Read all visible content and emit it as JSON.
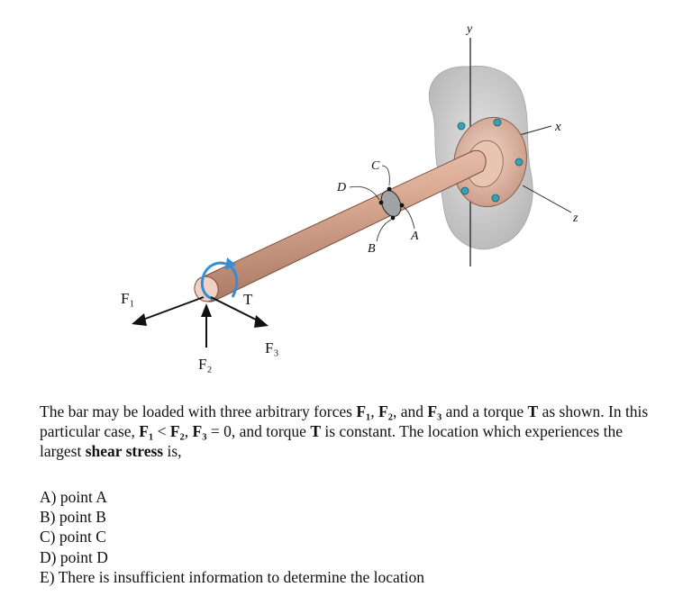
{
  "figure": {
    "labels": {
      "y": "y",
      "x": "x",
      "z": "z",
      "A": "A",
      "B": "B",
      "C": "C",
      "D": "D",
      "F1": "F₁",
      "F2": "F₂",
      "F3": "F₃",
      "T": "T"
    }
  },
  "question": {
    "p1": "The bar may be loaded with three arbitrary forces ",
    "f1": "F₁",
    "p2": ", ",
    "f2": "F₂",
    "p3": ", and ",
    "f3": "F₃",
    "p4": " and a torque ",
    "t1": "T",
    "p5": " as shown. In this particular case, ",
    "f1b": "F₁",
    "p6": " < ",
    "f2b": "F₂",
    "p7": ", ",
    "f3b": "F₃",
    "p8": " = 0, and torque ",
    "t2": "T",
    "p9": " is constant. The location which experiences the largest ",
    "shear": "shear stress",
    "p10": " is,"
  },
  "choices": [
    "A) point A",
    "B) point B",
    "C) point C",
    "D) point D",
    "E) There is insufficient information to determine the location"
  ],
  "colors": {
    "rod": "#d9a992",
    "rod_dark": "#a87560",
    "wall": "#c9c9c9",
    "flange": "#e6bfae",
    "torque_arrow": "#2f8fd8",
    "bolt": "#3aa0b5"
  }
}
